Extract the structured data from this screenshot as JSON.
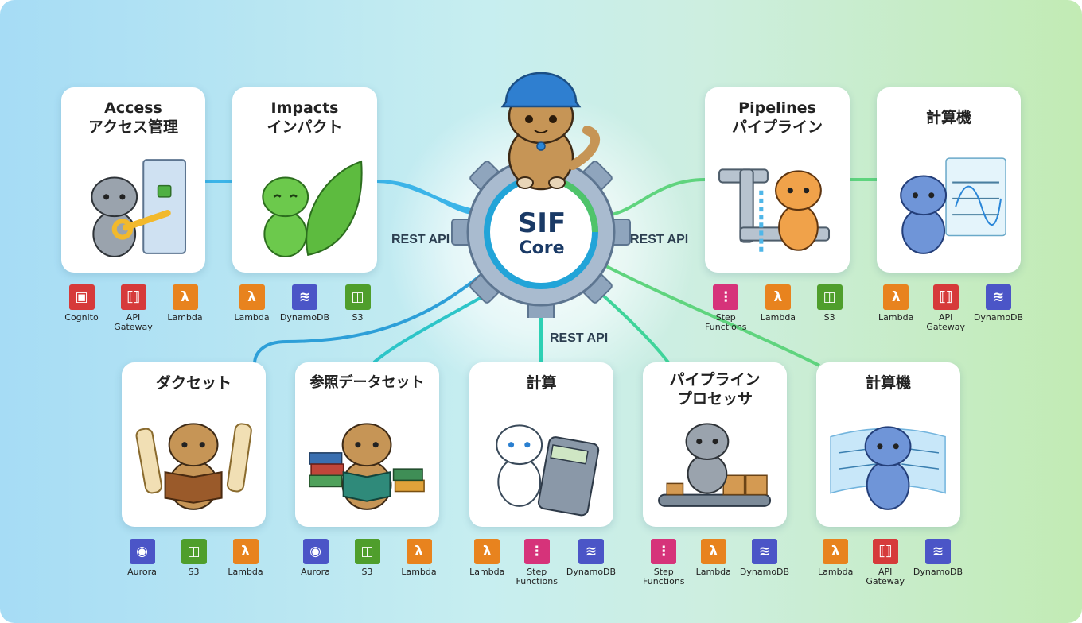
{
  "core": {
    "line1": "SIF",
    "line2": "Core"
  },
  "rest_labels": [
    "REST API",
    "REST API",
    "REST API"
  ],
  "colors": {
    "lambda": "#e8831e",
    "api_gateway": "#d63a3a",
    "cognito": "#d63a3a",
    "dynamodb": "#4b55c7",
    "s3": "#4f9e2c",
    "aurora": "#4b55c7",
    "step_functions": "#d6337a",
    "link_blue": "#3bb4e8",
    "link_teal": "#2dd0b4",
    "link_green": "#5fd47e"
  },
  "modules": [
    {
      "id": "access",
      "title": [
        "Access",
        "アクセス管理"
      ],
      "icon": "cat-with-key-icon",
      "services": [
        {
          "name": "Cognito",
          "type": "cognito"
        },
        {
          "name": "API\nGateway",
          "type": "api_gateway"
        },
        {
          "name": "Lambda",
          "type": "lambda"
        }
      ]
    },
    {
      "id": "impacts",
      "title": [
        "Impacts",
        "インパクト"
      ],
      "icon": "green-cat-leaf-icon",
      "services": [
        {
          "name": "Lambda",
          "type": "lambda"
        },
        {
          "name": "DynamoDB",
          "type": "dynamodb"
        },
        {
          "name": "S3",
          "type": "s3"
        }
      ]
    },
    {
      "id": "pipelines",
      "title": [
        "Pipelines",
        "パイプライン"
      ],
      "icon": "cat-with-pipes-icon",
      "services": [
        {
          "name": "Step\nFunctions",
          "type": "step_functions"
        },
        {
          "name": "Lambda",
          "type": "lambda"
        },
        {
          "name": "S3",
          "type": "s3"
        }
      ]
    },
    {
      "id": "calculator-top",
      "title": [
        "計算機"
      ],
      "icon": "cat-with-formulas-icon",
      "services": [
        {
          "name": "Lambda",
          "type": "lambda"
        },
        {
          "name": "API\nGateway",
          "type": "api_gateway"
        },
        {
          "name": "DynamoDB",
          "type": "dynamodb"
        }
      ]
    },
    {
      "id": "datasets",
      "title": [
        "ダクセット"
      ],
      "icon": "cat-reading-book-icon",
      "services": [
        {
          "name": "Aurora",
          "type": "aurora"
        },
        {
          "name": "S3",
          "type": "s3"
        },
        {
          "name": "Lambda",
          "type": "lambda"
        }
      ]
    },
    {
      "id": "reference-datasets",
      "title": [
        "参照データセット"
      ],
      "icon": "cat-with-books-icon",
      "services": [
        {
          "name": "Aurora",
          "type": "aurora"
        },
        {
          "name": "S3",
          "type": "s3"
        },
        {
          "name": "Lambda",
          "type": "lambda"
        }
      ]
    },
    {
      "id": "calculation",
      "title": [
        "計算"
      ],
      "icon": "cat-with-calculator-icon",
      "services": [
        {
          "name": "Lambda",
          "type": "lambda"
        },
        {
          "name": "Step\nFunctions",
          "type": "step_functions"
        },
        {
          "name": "DynamoDB",
          "type": "dynamodb"
        }
      ]
    },
    {
      "id": "pipeline-processor",
      "title": [
        "パイプライン",
        "プロセッサ"
      ],
      "icon": "cat-at-conveyor-icon",
      "services": [
        {
          "name": "Step\nFunctions",
          "type": "step_functions"
        },
        {
          "name": "Lambda",
          "type": "lambda"
        },
        {
          "name": "DynamoDB",
          "type": "dynamodb"
        }
      ]
    },
    {
      "id": "calculator-bottom",
      "title": [
        "計算機"
      ],
      "icon": "cat-with-hologram-icon",
      "services": [
        {
          "name": "Lambda",
          "type": "lambda"
        },
        {
          "name": "API\nGateway",
          "type": "api_gateway"
        },
        {
          "name": "DynamoDB",
          "type": "dynamodb"
        }
      ]
    }
  ]
}
